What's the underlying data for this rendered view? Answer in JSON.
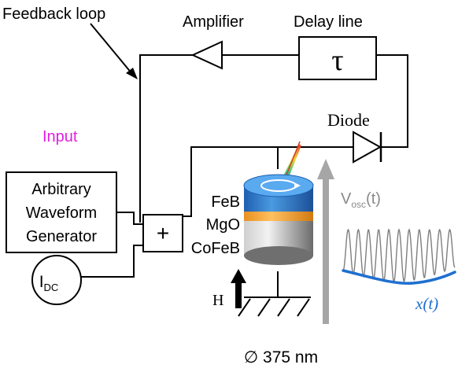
{
  "labels": {
    "feedback_loop": "Feedback loop",
    "amplifier": "Amplifier",
    "delay_line": "Delay line",
    "tau": "τ",
    "diode": "Diode",
    "input": "Input",
    "awg_line1": "Arbitrary",
    "awg_line2": "Waveform",
    "awg_line3": "Generator",
    "plus": "+",
    "idc_main": "I",
    "idc_sub": "DC",
    "feb": "FeB",
    "mgo": "MgO",
    "cofeb": "CoFeB",
    "h_field": "H",
    "vosc_main": "V",
    "vosc_sub": "osc",
    "vosc_arg": "(t)",
    "x_of_t": "x(t)",
    "diameter": "∅ 375 nm"
  },
  "colors": {
    "input": "#e020e0",
    "wire": "#000000",
    "arrow_gray": "#a6a6a6",
    "oscillation": "#7f7f7f",
    "envelope": "#1f6fd0",
    "x_label": "#1f6fd0",
    "layer_top": "#2e75c8",
    "layer_mid": "#f0a030",
    "layer_bottom": "#707070"
  }
}
